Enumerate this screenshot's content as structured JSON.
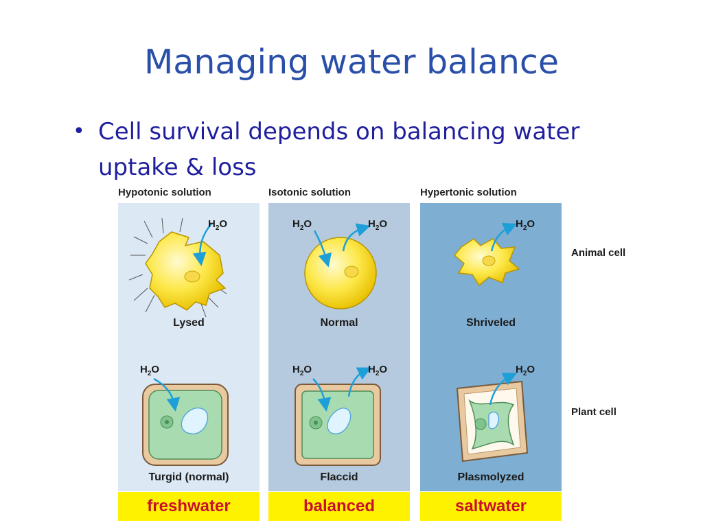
{
  "slide": {
    "title": "Managing water balance",
    "bullet": "Cell survival depends on balancing water uptake & loss"
  },
  "panels": [
    {
      "header": "Hypotonic solution",
      "animal_state": "Lysed",
      "plant_state": "Turgid (normal)",
      "environment": "freshwater"
    },
    {
      "header": "Isotonic solution",
      "animal_state": "Normal",
      "plant_state": "Flaccid",
      "environment": "balanced"
    },
    {
      "header": "Hypertonic solution",
      "animal_state": "Shriveled",
      "plant_state": "Plasmolyzed",
      "environment": "saltwater"
    }
  ],
  "row_labels": {
    "animal": "Animal cell",
    "plant": "Plant cell"
  },
  "water": {
    "h": "H",
    "sub": "2",
    "o": "O"
  },
  "colors": {
    "title": "#2a4fa8",
    "bullet": "#1f1f9e",
    "env_fill": "#fff200",
    "env_text": "#c8102e",
    "arrow": "#1e9fd8"
  }
}
